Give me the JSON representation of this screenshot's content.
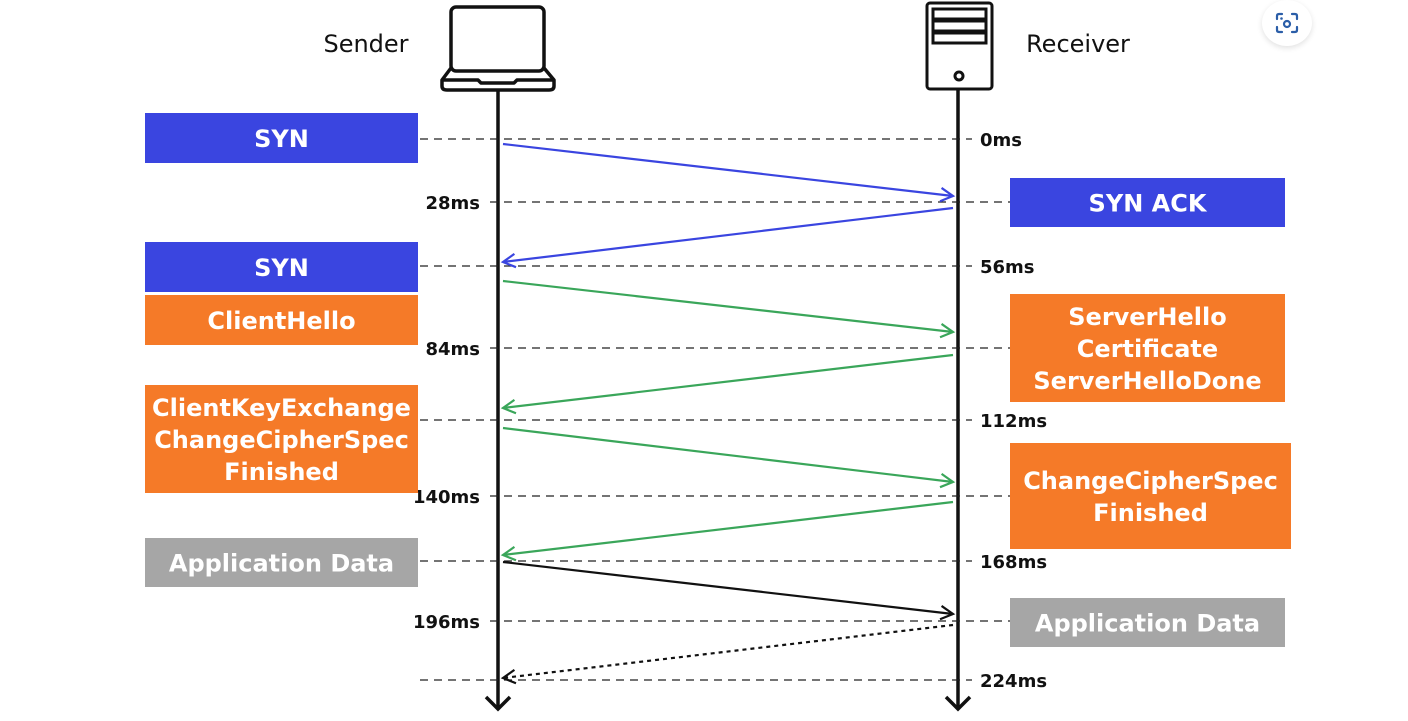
{
  "participants": {
    "sender": "Sender",
    "receiver": "Receiver"
  },
  "colors": {
    "tcp": "#3a45e0",
    "tls": "#f57a28",
    "data": "#a6a6a6",
    "tls_arrow": "#3aa65a",
    "data_arrow": "#111111"
  },
  "times": [
    {
      "label": "0ms",
      "side": "right"
    },
    {
      "label": "28ms",
      "side": "left"
    },
    {
      "label": "56ms",
      "side": "right"
    },
    {
      "label": "84ms",
      "side": "left"
    },
    {
      "label": "112ms",
      "side": "right"
    },
    {
      "label": "140ms",
      "side": "left"
    },
    {
      "label": "168ms",
      "side": "right"
    },
    {
      "label": "196ms",
      "side": "left"
    },
    {
      "label": "224ms",
      "side": "right"
    }
  ],
  "messages": [
    {
      "side": "left",
      "kind": "tcp",
      "lines": [
        "SYN"
      ]
    },
    {
      "side": "right",
      "kind": "tcp",
      "lines": [
        "SYN ACK"
      ]
    },
    {
      "side": "left",
      "kind": "tcp",
      "lines": [
        "SYN"
      ]
    },
    {
      "side": "left",
      "kind": "tls",
      "lines": [
        "ClientHello"
      ]
    },
    {
      "side": "right",
      "kind": "tls",
      "lines": [
        "ServerHello",
        "Certificate",
        "ServerHelloDone"
      ]
    },
    {
      "side": "left",
      "kind": "tls",
      "lines": [
        "ClientKeyExchange",
        "ChangeCipherSpec",
        "Finished"
      ]
    },
    {
      "side": "right",
      "kind": "tls",
      "lines": [
        "ChangeCipherSpec",
        "Finished"
      ]
    },
    {
      "side": "left",
      "kind": "data",
      "lines": [
        "Application Data"
      ]
    },
    {
      "side": "right",
      "kind": "data",
      "lines": [
        "Application Data"
      ]
    }
  ],
  "arrows": [
    {
      "from": "sender",
      "kind": "tcp"
    },
    {
      "from": "receiver",
      "kind": "tcp"
    },
    {
      "from": "sender",
      "kind": "tls_arrow"
    },
    {
      "from": "receiver",
      "kind": "tls_arrow"
    },
    {
      "from": "sender",
      "kind": "tls_arrow"
    },
    {
      "from": "receiver",
      "kind": "tls_arrow"
    },
    {
      "from": "sender",
      "kind": "data_arrow"
    },
    {
      "from": "receiver",
      "kind": "data_arrow",
      "dotted": true
    }
  ],
  "lens_button": {
    "icon": "visual-search-icon"
  }
}
